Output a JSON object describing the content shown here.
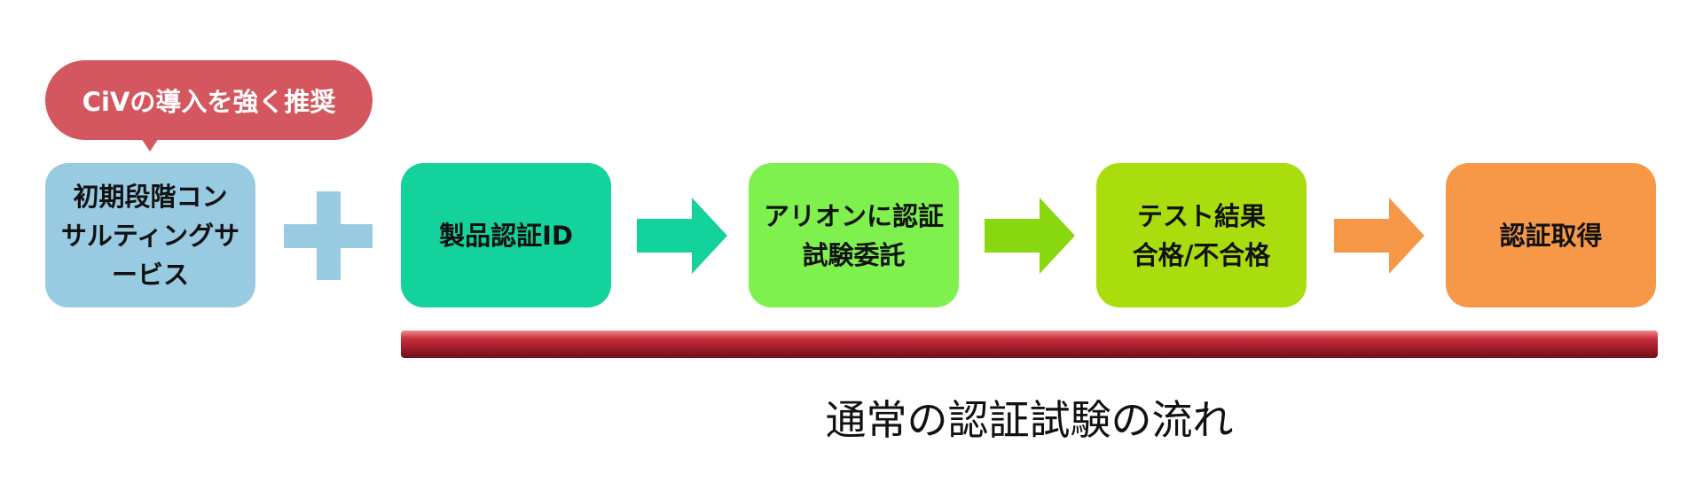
{
  "callout": {
    "text": "CiVの導入を強く推奨",
    "color": "#d4575f"
  },
  "consulting": {
    "text": "初期段階コン\nサルティングサ\nービス",
    "color": "#98cbe1"
  },
  "plus": {
    "icon": "plus-icon",
    "color": "#98cbe1"
  },
  "steps": [
    {
      "text": "製品認証ID",
      "color": "#13d29b"
    },
    {
      "text": "アリオンに認証\n試験委託",
      "color": "#7ef14e"
    },
    {
      "text": "テスト結果\n合格/不合格",
      "color": "#aadd0e"
    },
    {
      "text": "認証取得",
      "color": "#f79848"
    }
  ],
  "arrows": [
    {
      "icon": "arrow-right-icon",
      "color": "#13d29b"
    },
    {
      "icon": "arrow-right-icon",
      "color": "#88d70f"
    },
    {
      "icon": "arrow-right-icon",
      "color": "#f79848"
    }
  ],
  "flow_bar": {
    "color": "#a51f2c"
  },
  "caption": "通常の認証試験の流れ"
}
